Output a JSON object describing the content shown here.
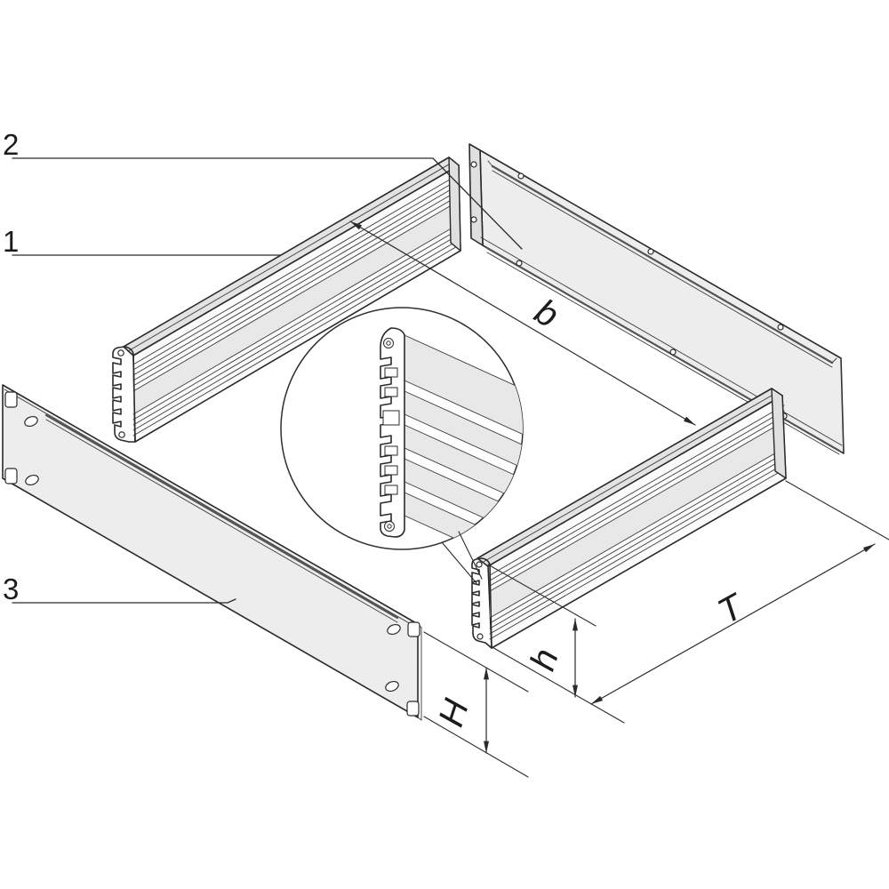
{
  "diagram": {
    "callouts": {
      "part1": "1",
      "part2": "2",
      "part3": "3"
    },
    "dimensions": {
      "width": "b",
      "depth": "T",
      "front_panel_height": "H",
      "side_rail_height": "h"
    },
    "colors": {
      "line": "#2a2a2a",
      "panel_fill": "#ededed",
      "top_face_fill": "#e3e3e3",
      "band_fill": "#e8e8e8",
      "end_face_fill": "#e0e0e0",
      "hem_line": "#545454",
      "background": "#ffffff"
    }
  }
}
